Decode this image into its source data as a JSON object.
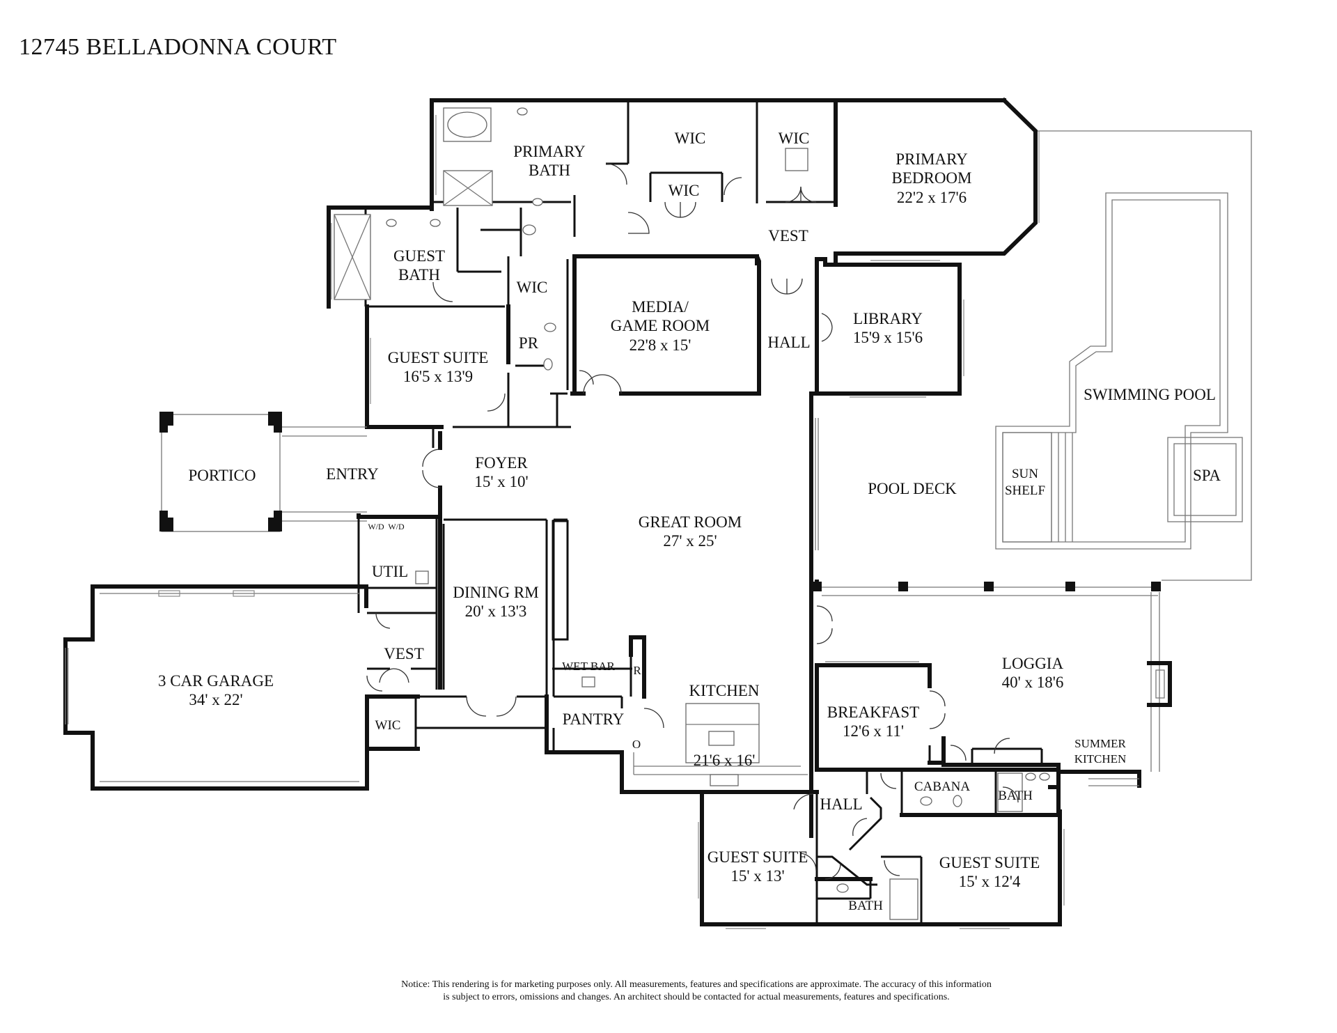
{
  "title": "12745 BELLADONNA COURT",
  "rooms": {
    "primary_bath": [
      "PRIMARY",
      "BATH"
    ],
    "wic_top_left": "WIC",
    "wic_top_center": "WIC",
    "wic_center": "WIC",
    "primary_bedroom": [
      "PRIMARY",
      "BEDROOM",
      "22'2 x 17'6"
    ],
    "vest_top": "VEST",
    "guest_bath": [
      "GUEST",
      "BATH"
    ],
    "wic_guest": "WIC",
    "media_game_room": [
      "MEDIA/",
      "GAME ROOM",
      "22'8 x 15'"
    ],
    "hall_top": "HALL",
    "library": [
      "LIBRARY",
      "15'9 x 15'6"
    ],
    "guest_suite_1": [
      "GUEST SUITE",
      "16'5 x 13'9"
    ],
    "pr": "PR",
    "swimming_pool": "SWIMMING POOL",
    "portico": "PORTICO",
    "entry": "ENTRY",
    "foyer": [
      "FOYER",
      "15' x 10'"
    ],
    "pool_deck": "POOL DECK",
    "sun_shelf": [
      "SUN",
      "SHELF"
    ],
    "spa": "SPA",
    "great_room": [
      "GREAT ROOM",
      "27' x 25'"
    ],
    "wd1": "W/D",
    "wd2": "W/D",
    "util": "UTIL",
    "dining_rm": [
      "DINING RM",
      "20' x 13'3"
    ],
    "garage": [
      "3 CAR GARAGE",
      "34' x 22'"
    ],
    "vest_garage": "VEST",
    "wet_bar": "WET BAR",
    "r_mark": "R",
    "loggia": [
      "LOGGIA",
      "40' x 18'6"
    ],
    "kitchen": [
      "KITCHEN",
      "21'6 x 16'"
    ],
    "breakfast": [
      "BREAKFAST",
      "12'6 x 11'"
    ],
    "wic_garage": "WIC",
    "pantry": "PANTRY",
    "o_mark": "O",
    "summer_kitchen": [
      "SUMMER",
      "KITCHEN"
    ],
    "cabana": "CABANA",
    "bath_cabana": "BATH",
    "hall_bottom": "HALL",
    "guest_suite_2": [
      "GUEST SUITE",
      "15' x 13'"
    ],
    "guest_suite_3": [
      "GUEST SUITE",
      "15' x 12'4"
    ],
    "bath_bottom": "BATH"
  },
  "notice": [
    "Notice: This rendering is for marketing purposes only. All measurements, features and specifications are approximate. The accuracy of this information",
    "is subject to errors, omissions and changes. An architect should be contacted for actual measurements, features and specifications."
  ]
}
